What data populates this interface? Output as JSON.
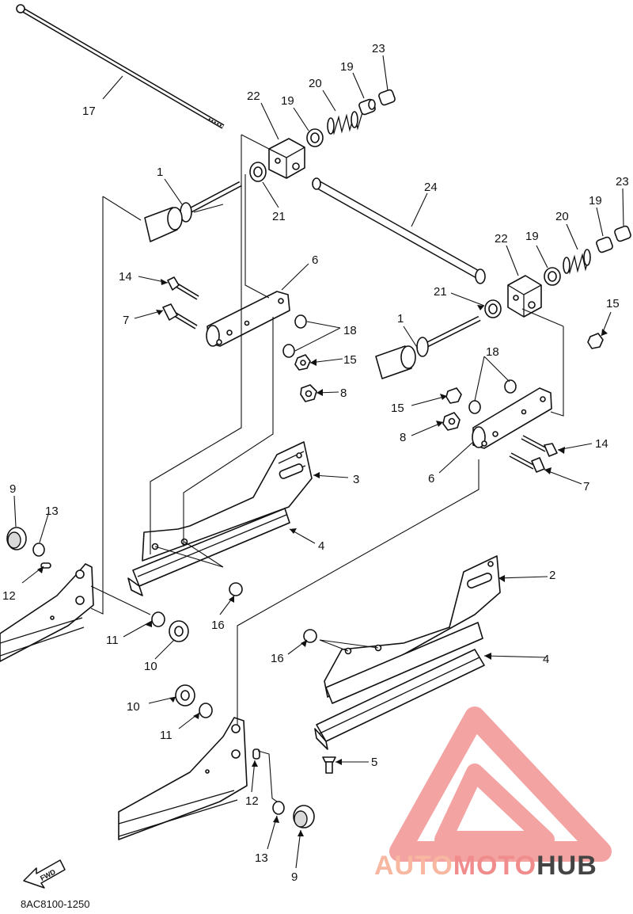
{
  "diagram": {
    "code": "8AC8100-1250",
    "fwd_label": "FWD",
    "callouts": {
      "c17": "17",
      "c22a": "22",
      "c19a": "19",
      "c20a": "20",
      "c19b": "19",
      "c23a": "23",
      "c1a": "1",
      "c21a": "21",
      "c24": "24",
      "c23b": "23",
      "c19c": "19",
      "c20b": "20",
      "c22b": "22",
      "c19d": "19",
      "c6a": "6",
      "c14a": "14",
      "c7a": "7",
      "c18a": "18",
      "c15a": "15",
      "c8a": "8",
      "c21b": "21",
      "c1b": "1",
      "c15b": "15",
      "c18b": "18",
      "c15c": "15",
      "c8b": "8",
      "c14b": "14",
      "c6b": "6",
      "c7b": "7",
      "c3": "3",
      "c9a": "9",
      "c13a": "13",
      "c4a": "4",
      "c12a": "12",
      "c16a": "16",
      "c11a": "11",
      "c10a": "10",
      "c2": "2",
      "c16b": "16",
      "c4b": "4",
      "c10b": "10",
      "c11b": "11",
      "c5": "5",
      "c12b": "12",
      "c13b": "13",
      "c9b": "9"
    }
  },
  "watermark": {
    "text_auto": "AUTO",
    "text_moto": "MOTO",
    "text_hub": "HUB",
    "color_light": "#f8b7a0",
    "color_mid": "#f08c8c",
    "color_dark": "#444444"
  }
}
